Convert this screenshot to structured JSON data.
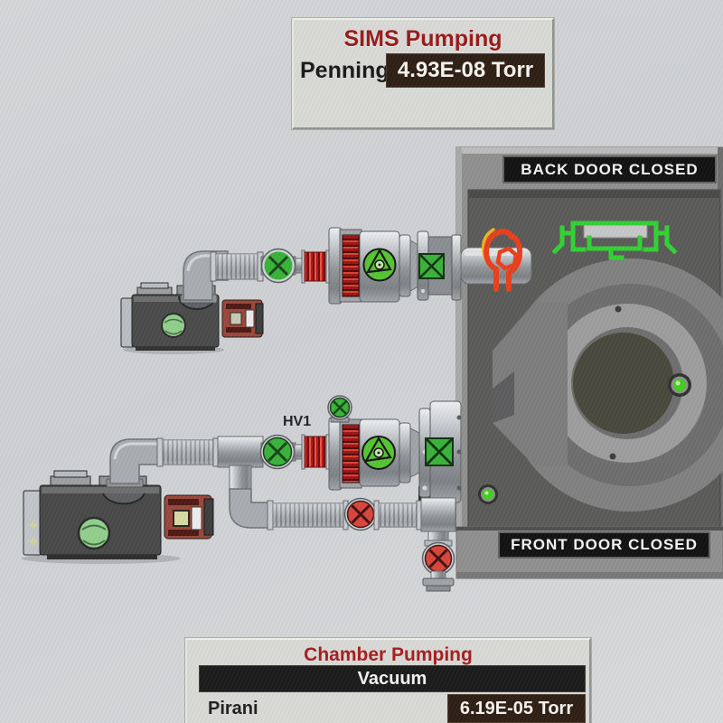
{
  "sims_panel": {
    "title": "SIMS Pumping",
    "gauge_label": "Penning",
    "gauge_value": "4.93E-08 Torr"
  },
  "chamber": {
    "back_door_status": "BACK DOOR CLOSED",
    "front_door_status": "FRONT DOOR CLOSED"
  },
  "chamber_pumping_panel": {
    "title": "Chamber Pumping",
    "section_header": "Vacuum",
    "gauge_label": "Pirani",
    "gauge_value": "6.19E-05 Torr"
  },
  "labels": {
    "hv1": "HV1"
  },
  "colors": {
    "valve_open": "#35b135",
    "valve_closed": "#d84136",
    "rotor_green": "#52c32e",
    "led_on": "#3fcb1c",
    "pump_indicator": "#90cd8a",
    "motor_red": "#9a4236",
    "icon_green": "#2ed12e",
    "icon_orange": "#e83c18",
    "icon_orange_accent": "#f2b01f",
    "title_red": "#961515",
    "readout_bg": "#2a1a10"
  },
  "icons": {
    "open_valve": "green-circle-x",
    "closed_valve": "red-circle-x",
    "gate_valve_open": "green-square-x",
    "turbo_rotor": "green-rotor-circle",
    "vent_valve": "small-green-circle-x",
    "ion_source": "orange-filament",
    "sample_stage": "green-stage-outline",
    "door_led": "green-led-dot"
  }
}
